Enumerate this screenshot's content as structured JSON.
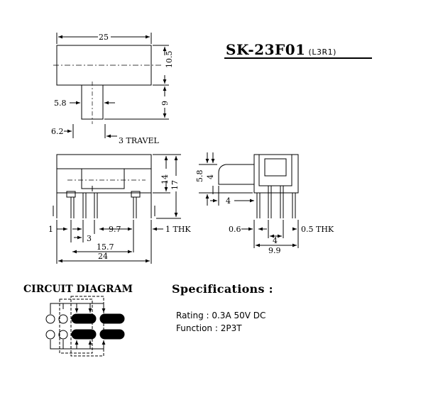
{
  "model": {
    "name": "SK-23F01",
    "code": "(L3R1)"
  },
  "top_view": {
    "width_label": "25",
    "height_label": "10.5",
    "lever_height_label": "9",
    "lever_width_label": "5.8",
    "travel_left_label": "6.2",
    "travel_label": "3 TRAVEL"
  },
  "front_view": {
    "height_inner_label": "14",
    "height_total_label": "17",
    "pin_left_label": "1",
    "pin_pitch_label": "3",
    "pin_span_label": "9.7",
    "thickness_label": "1 THK",
    "inner_width_label": "15.7",
    "total_width_label": "24"
  },
  "side_view": {
    "height_label": "5.8",
    "sub_height_label": "4",
    "offset_label": "4",
    "pin_left_label": "0.6",
    "pin_pitch_label": "4",
    "thickness_label": "0.5 THK",
    "total_width_label": "9.9"
  },
  "circuit": {
    "title": "CIRCUIT DIAGRAM"
  },
  "specs": {
    "title": "Specifications :",
    "rating": "Rating : 0.3A 50V DC",
    "function": "Function : 2P3T"
  }
}
